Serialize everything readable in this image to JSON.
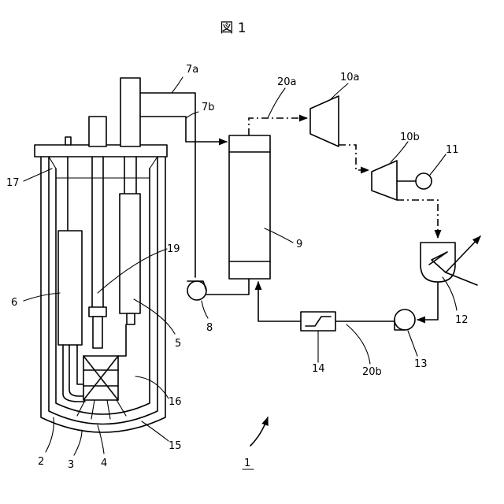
{
  "figure": {
    "title": "図 1",
    "assembly_label": "1"
  },
  "labels": {
    "l2": "2",
    "l3": "3",
    "l4": "4",
    "l5": "5",
    "l6": "6",
    "l7a": "7a",
    "l7b": "7b",
    "l8": "8",
    "l9": "9",
    "l10a": "10a",
    "l10b": "10b",
    "l11": "11",
    "l12": "12",
    "l13": "13",
    "l14": "14",
    "l15": "15",
    "l16": "16",
    "l17": "17",
    "l19": "19",
    "l20a": "20a",
    "l20b": "20b"
  }
}
